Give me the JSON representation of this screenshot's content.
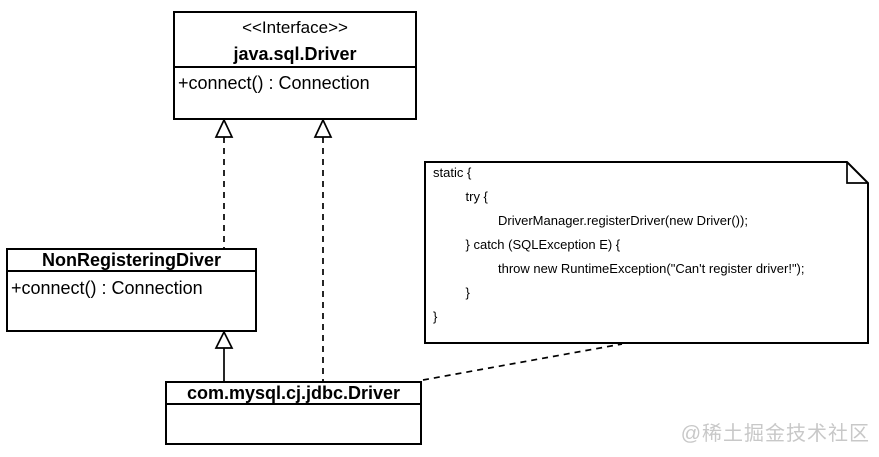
{
  "interface_class": {
    "stereotype": "<<Interface>>",
    "name": "java.sql.Driver",
    "method": "+connect() : Connection"
  },
  "nonregistering_class": {
    "name": "NonRegisteringDiver",
    "method": "+connect() : Connection"
  },
  "mysql_driver_class": {
    "name": "com.mysql.cj.jdbc.Driver"
  },
  "note": {
    "lines": [
      "static {",
      "         try {",
      "                  DriverManager.registerDriver(new Driver());",
      "         } catch (SQLException E) {",
      "                  throw new RuntimeException(\"Can't register driver!\");",
      "         }",
      "}"
    ]
  },
  "watermark": "@稀土掘金技术社区",
  "colors": {
    "stroke": "#000000",
    "background": "#ffffff",
    "watermark": "#c8c8c8"
  }
}
